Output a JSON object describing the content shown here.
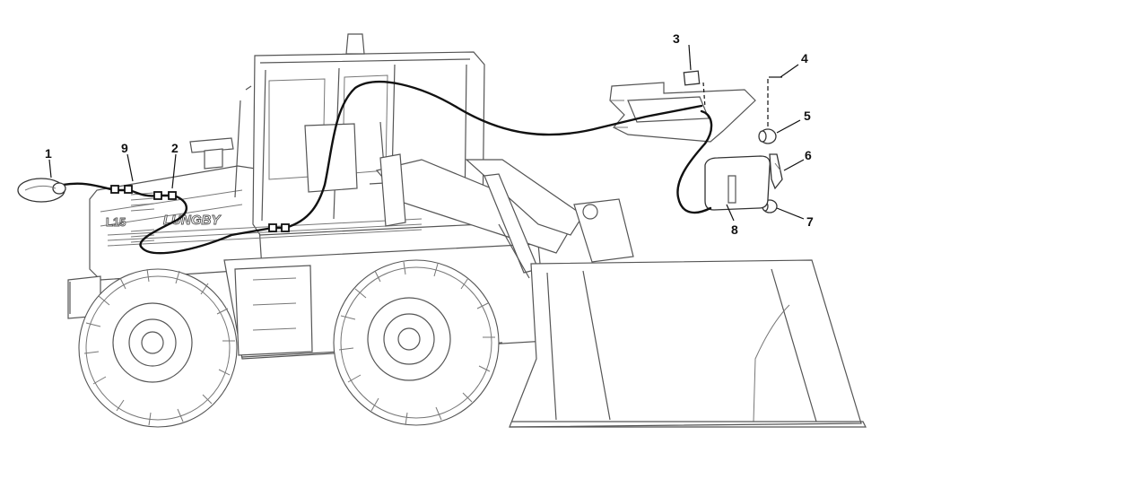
{
  "machine": {
    "model_text": "L15",
    "brand_text": "LUNGBY"
  },
  "callouts": [
    {
      "id": "1",
      "label": "1"
    },
    {
      "id": "2",
      "label": "2"
    },
    {
      "id": "3",
      "label": "3"
    },
    {
      "id": "4",
      "label": "4"
    },
    {
      "id": "5",
      "label": "5"
    },
    {
      "id": "6",
      "label": "6"
    },
    {
      "id": "7",
      "label": "7"
    },
    {
      "id": "8",
      "label": "8"
    },
    {
      "id": "9",
      "label": "9"
    }
  ],
  "colors": {
    "line_art": "#555555",
    "cable": "#111111",
    "background": "#ffffff"
  }
}
